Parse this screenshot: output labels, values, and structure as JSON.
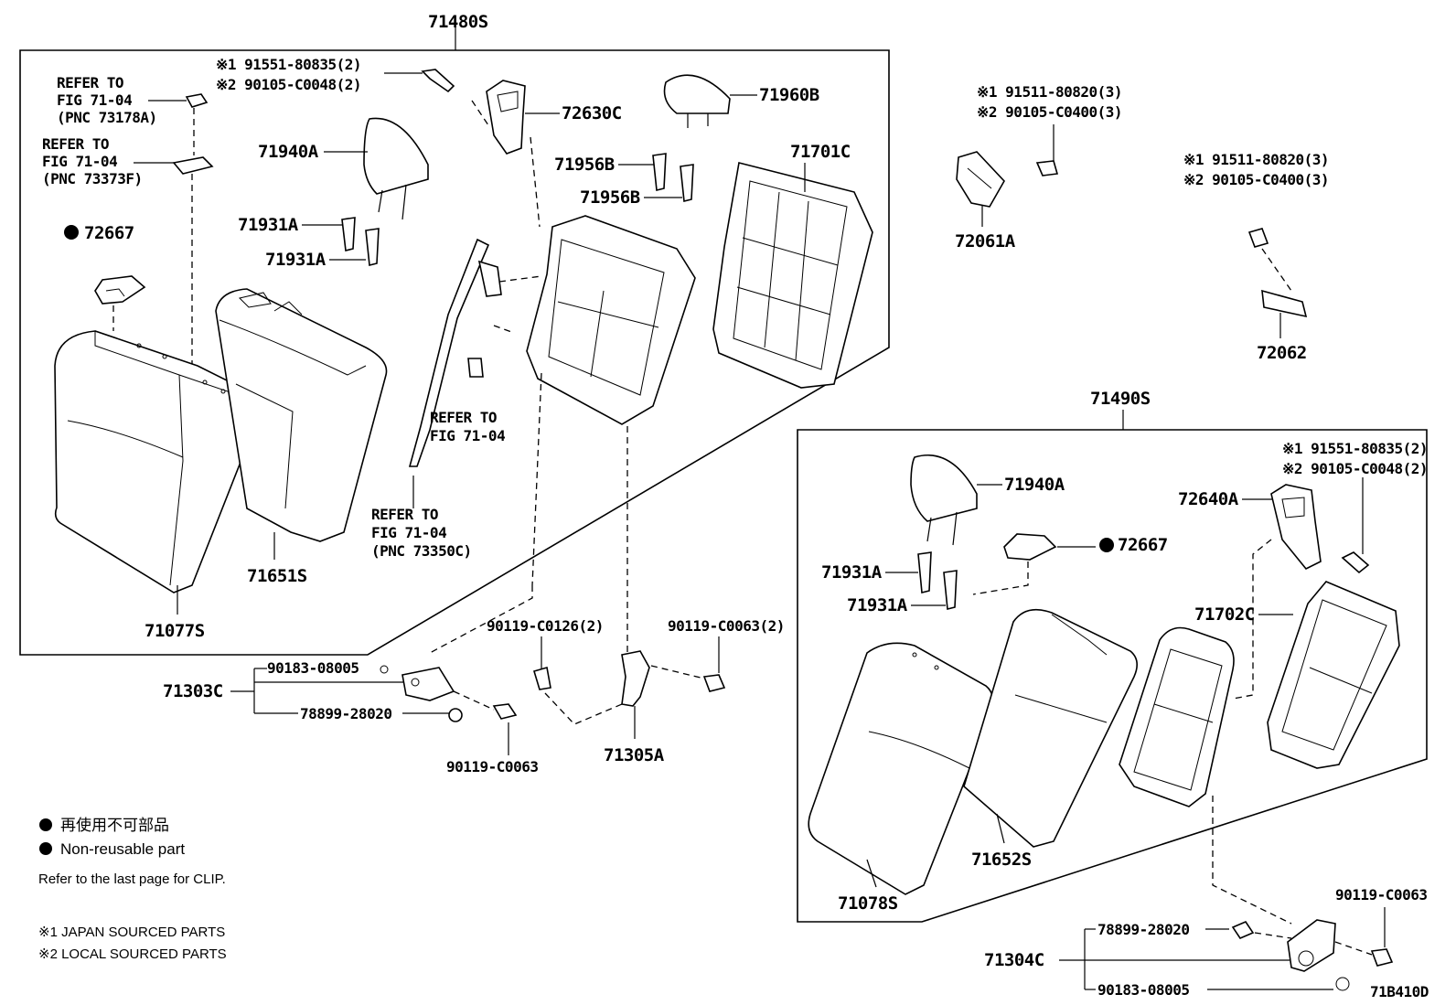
{
  "labels": {
    "l71480S": "71480S",
    "l71490S": "71490S",
    "l72630C": "72630C",
    "l71960B": "71960B",
    "l71940A_top": "71940A",
    "l71956B_1": "71956B",
    "l71956B_2": "71956B",
    "l71701C": "71701C",
    "l71931A_1": "71931A",
    "l71931A_2": "71931A",
    "l72667_top": "72667",
    "l71651S": "71651S",
    "l71077S": "71077S",
    "l72061A": "72061A",
    "l72062": "72062",
    "l71940A_r": "71940A",
    "l72640A": "72640A",
    "l72667_r": "72667",
    "l71931A_r1": "71931A",
    "l71931A_r2": "71931A",
    "l71702C": "71702C",
    "l71652S": "71652S",
    "l71078S": "71078S",
    "l71303C": "71303C",
    "l71305A": "71305A",
    "l71304C": "71304C",
    "p90183_08005_l": "90183-08005",
    "p78899_28020_l": "78899-28020",
    "p90119_C0063_l": "90119-C0063",
    "p90119_C0126": "90119-C0126(2)",
    "p90119_C0063_2": "90119-C0063(2)",
    "p90119_C0063_r": "90119-C0063",
    "p78899_28020_r": "78899-28020",
    "p90183_08005_r": "90183-08005",
    "code": "71B410D"
  },
  "bolt_notes": {
    "top_a1": "※1 91551-80835(2)",
    "top_a2": "※2 90105-C0048(2)",
    "mid_b1": "※1 91511-80820(3)",
    "mid_b2": "※2 90105-C0400(3)",
    "right_c1": "※1 91511-80820(3)",
    "right_c2": "※2 90105-C0400(3)",
    "r_d1": "※1 91551-80835(2)",
    "r_d2": "※2 90105-C0048(2)"
  },
  "refs": {
    "r1": [
      "REFER TO",
      "FIG 71-04",
      "(PNC 73178A)"
    ],
    "r2": [
      "REFER TO",
      "FIG 71-04",
      "(PNC 73373F)"
    ],
    "r3": [
      "REFER TO",
      "FIG 71-04"
    ],
    "r4": [
      "REFER TO",
      "FIG 71-04",
      "(PNC 73350C)"
    ]
  },
  "legend": {
    "jp": "再使用不可部品",
    "en": "Non-reusable part",
    "clip": "Refer to the last page for CLIP.",
    "n1": "※1  JAPAN SOURCED PARTS",
    "n2": "※2  LOCAL SOURCED PARTS"
  }
}
